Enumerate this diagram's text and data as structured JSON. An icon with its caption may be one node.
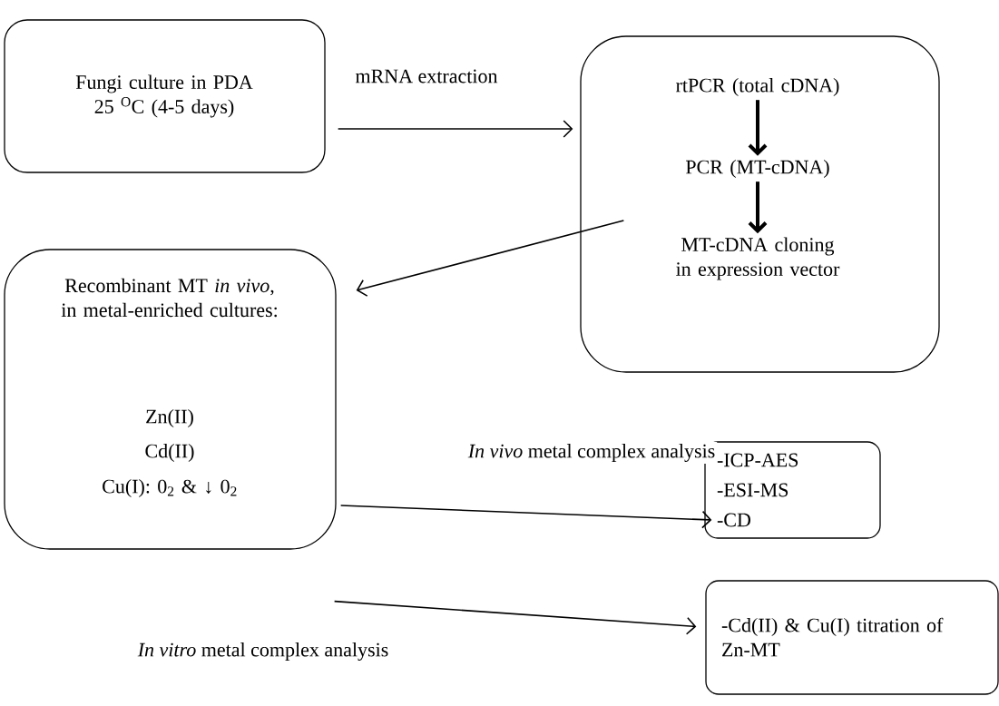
{
  "diagram": {
    "nodes": [
      {
        "text": [
          "Fungi culture in PDA 25 $^{O}$C (4-5 days)"
        ]
      },
      {
        "text": [],
        "shape": "box"
      },
      {
        "text": [
          "rtPCR (total cDNA)"
        ],
        "in": 1
      },
      {
        "text": [
          "PCR (MT-cDNA)"
        ],
        "in": 1
      },
      {
        "text": [
          "MT-cDNA cloning in expression vector"
        ],
        "in": 1
      },
      {
        "text": [
          "Recombinant MT *in vivo*, in metal-enriched cultures:",
          "Zn(II)",
          "Cd(II)",
          "Cu(I): 0$_{2}$ & ↓ 0$_{2}$"
        ]
      },
      {
        "text": [
          "-ICP-AES",
          "-ESI-MS",
          "-CD"
        ]
      },
      {
        "text": [
          "-Cd(II) & Cu(I) titration of Zn-MT"
        ]
      }
    ],
    "edges": [
      {
        "from": 0,
        "to": 1,
        "arrow": "to",
        "label": "mRNA extraction"
      },
      {
        "from": 2,
        "to": 3,
        "arrow": "to",
        "style": "thick"
      },
      {
        "from": 3,
        "to": 4,
        "arrow": "to",
        "style": "thick"
      },
      {
        "from": 1,
        "to": 5,
        "arrow": "to"
      },
      {
        "from": 5,
        "to": 6,
        "arrow": "to",
        "label": "*In vivo* metal complex analysis"
      },
      {
        "from": 5,
        "to": 7,
        "arrow": "to",
        "label": "*In vitro* metal complex analysis"
      }
    ]
  }
}
